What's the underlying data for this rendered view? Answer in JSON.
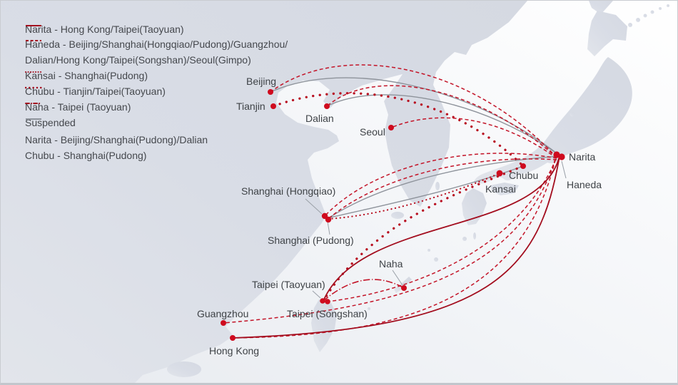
{
  "colors": {
    "red_solid": "#a30d1e",
    "red_dashed": "#c31428",
    "red_dotted": "#b80e20",
    "suspended_gray": "#8e939b",
    "city_dot": "#cf0a1e",
    "land": "#d9dde6",
    "sea_light": "#ffffff",
    "sea_shade": "#e7eaef",
    "label_text": "#3f4347",
    "legend_text": "#45484d"
  },
  "legend": {
    "items": [
      {
        "style": "solid",
        "label": "Narita - Hong Kong/Taipei(Taoyuan)"
      },
      {
        "style": "dashed",
        "label": "Haneda - Beijing/Shanghai(Hongqiao/Pudong)/Guangzhou/"
      },
      {
        "style": "none",
        "label": "Dalian/Hong Kong/Taipei(Songshan)/Seoul(Gimpo)"
      },
      {
        "style": "dotted-fine",
        "label": "Kansai - Shanghai(Pudong)"
      },
      {
        "style": "dotted-coarse",
        "label": "Chubu - Tianjin/Taipei(Taoyuan)"
      },
      {
        "style": "dashdot",
        "label": "Naha - Taipei (Taoyuan)"
      },
      {
        "style": "suspended",
        "label": "Suspended"
      },
      {
        "style": "none",
        "label": "Narita - Beijing/Shanghai(Pudong)/Dalian"
      },
      {
        "style": "none",
        "label": "Chubu - Shanghai(Pudong)"
      }
    ]
  },
  "cities": [
    {
      "id": "beijing",
      "name": "Beijing",
      "dot": [
        378,
        128
      ],
      "r": 4,
      "label": [
        344,
        118
      ]
    },
    {
      "id": "tianjin",
      "name": "Tianjin",
      "dot": [
        382,
        148
      ],
      "r": 4,
      "label": [
        330,
        153
      ]
    },
    {
      "id": "dalian",
      "name": "Dalian",
      "dot": [
        457,
        148
      ],
      "r": 4,
      "label": [
        427,
        170
      ]
    },
    {
      "id": "seoul",
      "name": "Seoul",
      "dot": [
        547,
        178
      ],
      "r": 4,
      "label": [
        503,
        189
      ]
    },
    {
      "id": "narita",
      "name": "Narita",
      "dot": [
        786,
        219
      ],
      "r": 4.6,
      "label": [
        796,
        224
      ]
    },
    {
      "id": "haneda",
      "name": "Haneda",
      "dot": [
        779,
        216
      ],
      "r": 4.6,
      "label": [
        793,
        263
      ]
    },
    {
      "id": "chubu",
      "name": "Chubu",
      "dot": [
        732,
        232
      ],
      "r": 4,
      "label": [
        712,
        250
      ]
    },
    {
      "id": "kansai",
      "name": "Kansai",
      "dot": [
        699,
        242
      ],
      "r": 4.4,
      "label": [
        679,
        269
      ]
    },
    {
      "id": "shanghai_hongqiao",
      "name": "Shanghai (Hongqiao)",
      "dot": [
        454,
        302
      ],
      "r": 4.2,
      "label": [
        337,
        272
      ]
    },
    {
      "id": "shanghai_pudong",
      "name": "Shanghai (Pudong)",
      "dot": [
        459,
        307
      ],
      "r": 4.2,
      "label": [
        374,
        341
      ]
    },
    {
      "id": "naha",
      "name": "Naha",
      "dot": [
        565,
        403
      ],
      "r": 4,
      "label": [
        530,
        374
      ]
    },
    {
      "id": "taipei_taoyuan",
      "name": "Taipei (Taoyuan)",
      "dot": [
        451,
        421
      ],
      "r": 3.8,
      "label": [
        352,
        403
      ]
    },
    {
      "id": "taipei_songshan",
      "name": "Taipei (Songshan)",
      "dot": [
        458,
        422
      ],
      "r": 3.8,
      "label": [
        401,
        444
      ]
    },
    {
      "id": "guangzhou",
      "name": "Guangzhou",
      "dot": [
        312,
        452
      ],
      "r": 4,
      "label": [
        275,
        444
      ]
    },
    {
      "id": "hongkong",
      "name": "Hong Kong",
      "dot": [
        325,
        473
      ],
      "r": 4,
      "label": [
        292,
        496
      ]
    }
  ],
  "routes": [
    {
      "id": "narita-taipei_taoyuan",
      "from": "Narita",
      "to": "Taipei (Taoyuan)",
      "style": "solid"
    },
    {
      "id": "narita-hongkong",
      "from": "Narita",
      "to": "Hong Kong",
      "style": "solid"
    },
    {
      "id": "haneda-beijing",
      "from": "Haneda",
      "to": "Beijing",
      "style": "dashed"
    },
    {
      "id": "haneda-dalian",
      "from": "Haneda",
      "to": "Dalian",
      "style": "dashed"
    },
    {
      "id": "haneda-seoul",
      "from": "Haneda",
      "to": "Seoul (Gimpo)",
      "style": "dashed"
    },
    {
      "id": "haneda-shanghai_hongqiao",
      "from": "Haneda",
      "to": "Shanghai (Hongqiao)",
      "style": "dashed"
    },
    {
      "id": "haneda-shanghai_pudong",
      "from": "Haneda",
      "to": "Shanghai (Pudong)",
      "style": "dashed"
    },
    {
      "id": "haneda-guangzhou",
      "from": "Haneda",
      "to": "Guangzhou",
      "style": "dashed"
    },
    {
      "id": "haneda-hongkong",
      "from": "Haneda",
      "to": "Hong Kong",
      "style": "dashed"
    },
    {
      "id": "haneda-taipei_songshan",
      "from": "Haneda",
      "to": "Taipei (Songshan)",
      "style": "dashed"
    },
    {
      "id": "kansai-shanghai_pudong",
      "from": "Kansai",
      "to": "Shanghai (Pudong)",
      "style": "dotted-fine"
    },
    {
      "id": "chubu-tianjin",
      "from": "Chubu",
      "to": "Tianjin",
      "style": "dotted-coarse"
    },
    {
      "id": "chubu-taipei_taoyuan",
      "from": "Chubu",
      "to": "Taipei (Taoyuan)",
      "style": "dotted-coarse"
    },
    {
      "id": "naha-taipei_taoyuan",
      "from": "Naha",
      "to": "Taipei (Taoyuan)",
      "style": "dashdot"
    },
    {
      "id": "narita-beijing",
      "from": "Narita",
      "to": "Beijing",
      "style": "suspended"
    },
    {
      "id": "narita-dalian",
      "from": "Narita",
      "to": "Dalian",
      "style": "suspended"
    },
    {
      "id": "narita-shanghai_pudong",
      "from": "Narita",
      "to": "Shanghai (Pudong)",
      "style": "suspended"
    },
    {
      "id": "chubu-shanghai_pudong",
      "from": "Chubu",
      "to": "Shanghai (Pudong)",
      "style": "suspended"
    }
  ]
}
